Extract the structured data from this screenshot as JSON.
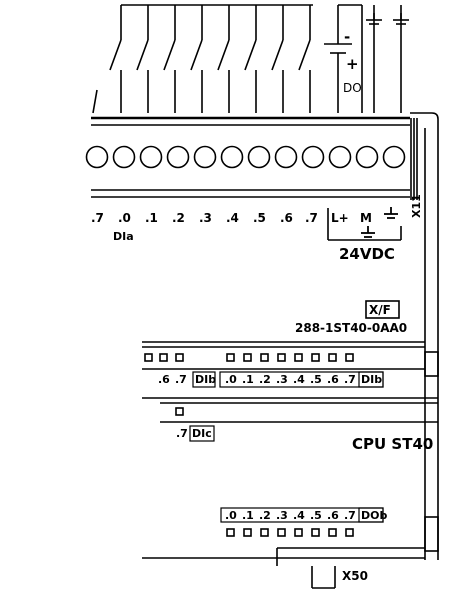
{
  "top": {
    "polarity_minus": "-",
    "polarity_plus": "+",
    "do_label": "DO"
  },
  "terminal_block": {
    "x11": "X11",
    "channels": [
      ".7",
      ".0",
      ".1",
      ".2",
      ".3",
      ".4",
      ".5",
      ".6",
      ".7"
    ],
    "di_label": "DIa",
    "l_plus": "L+",
    "m": "M",
    "supply": "24VDC"
  },
  "module": {
    "brand_mark": "X/F",
    "part_number": "288-1ST40-0AA0",
    "led_row1_left": [
      ".6",
      ".7"
    ],
    "led_row1_left_label": "DIb",
    "led_row1_right": [
      ".0",
      ".1",
      ".2",
      ".3",
      ".4",
      ".5",
      ".6",
      ".7"
    ],
    "led_row1_right_label": "DIb",
    "led_row2_channel": ".7",
    "led_row2_label": "DIc",
    "cpu_label": "CPU ST40",
    "bottom_channels": [
      ".0",
      ".1",
      ".2",
      ".3",
      ".4",
      ".5",
      ".6",
      ".7"
    ],
    "bottom_label": "DOb",
    "x50": "X50"
  }
}
